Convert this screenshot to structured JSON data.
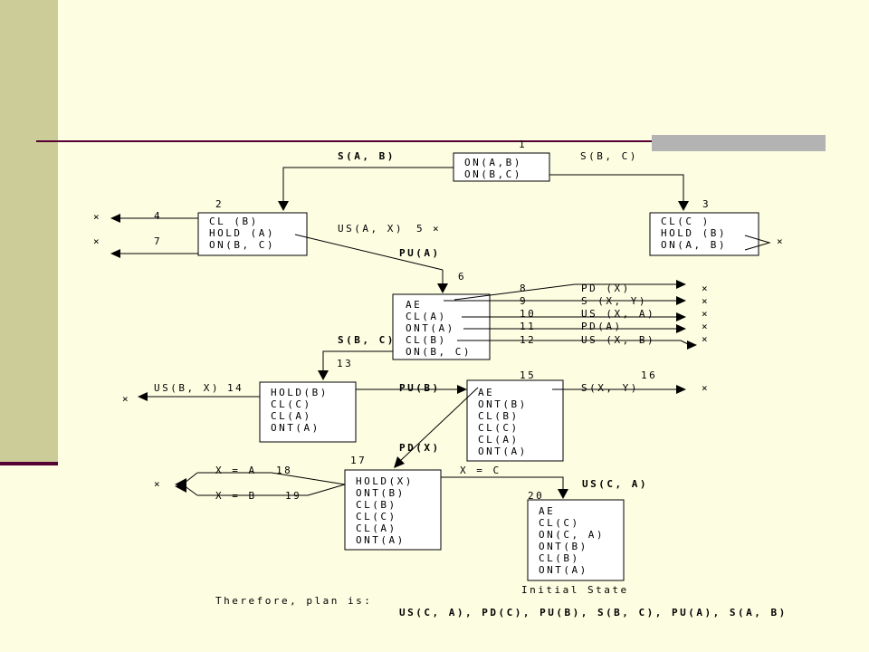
{
  "states": [
    {
      "id": "s1",
      "num": "1",
      "lines": [
        "ON(A,B)",
        "ON(B,C)"
      ]
    },
    {
      "id": "s2",
      "num": "2",
      "lines": [
        "CL (B)",
        "HOLD (A)",
        "ON(B, C)"
      ]
    },
    {
      "id": "s3",
      "num": "3",
      "lines": [
        "CL(C )",
        "HOLD (B)",
        "ON(A, B)"
      ]
    },
    {
      "id": "s6",
      "num": "6",
      "lines": [
        "AE",
        "CL(A)",
        "ONT(A)",
        "CL(B)",
        "ON(B, C)"
      ]
    },
    {
      "id": "s13",
      "num": "13",
      "lines": [
        "HOLD(B)",
        "CL(C)",
        "CL(A)",
        "ONT(A)"
      ]
    },
    {
      "id": "s15",
      "num": "15",
      "lines": [
        "AE",
        "ONT(B)",
        "CL(B)",
        "CL(C)",
        "CL(A)",
        "ONT(A)"
      ]
    },
    {
      "id": "s17",
      "num": "17",
      "lines": [
        "HOLD(X)",
        "ONT(B)",
        "CL(B)",
        "CL(C)",
        "CL(A)",
        "ONT(A)"
      ]
    },
    {
      "id": "s20",
      "num": "20",
      "lines": [
        "AE",
        "CL(C)",
        "ON(C, A)",
        "ONT(B)",
        "CL(B)",
        "ONT(A)"
      ]
    }
  ],
  "operators": {
    "s_a_b": "S(A, B)",
    "s_b_c_top": "S(B, C)",
    "us_a_x": "US(A, X)",
    "pu_a": "PU(A)",
    "s_b_c_mid": "S(B, C)",
    "us_b_x": "US(B, X)",
    "pu_b": "PU(B)",
    "pd_x_left": "PD(X)",
    "us_c_a": "US(C, A)",
    "pd_x": "PD (X)",
    "s_x_y": "S (X, Y)",
    "us_x_a": "US (X, A)",
    "pd_a": "PD(A)",
    "us_x_b": "US (X, B)",
    "s_x_y_2": "S(X, Y)",
    "x_eq_a": "X = A",
    "x_eq_b": "X = B",
    "x_eq_c": "X = C"
  },
  "branch_numbers": {
    "n4": "4",
    "n5": "5",
    "n7": "7",
    "n8": "8",
    "n9": "9",
    "n10": "10",
    "n11": "11",
    "n12": "12",
    "n14": "14",
    "n16": "16",
    "n18": "18",
    "n19": "19"
  },
  "dead_end_mark": "×",
  "initial_state_label": "Initial State",
  "conclusion": "Therefore, plan is:",
  "plan": "US(C, A), PD(C), PU(B), S(B, C),  PU(A), S(A, B)"
}
